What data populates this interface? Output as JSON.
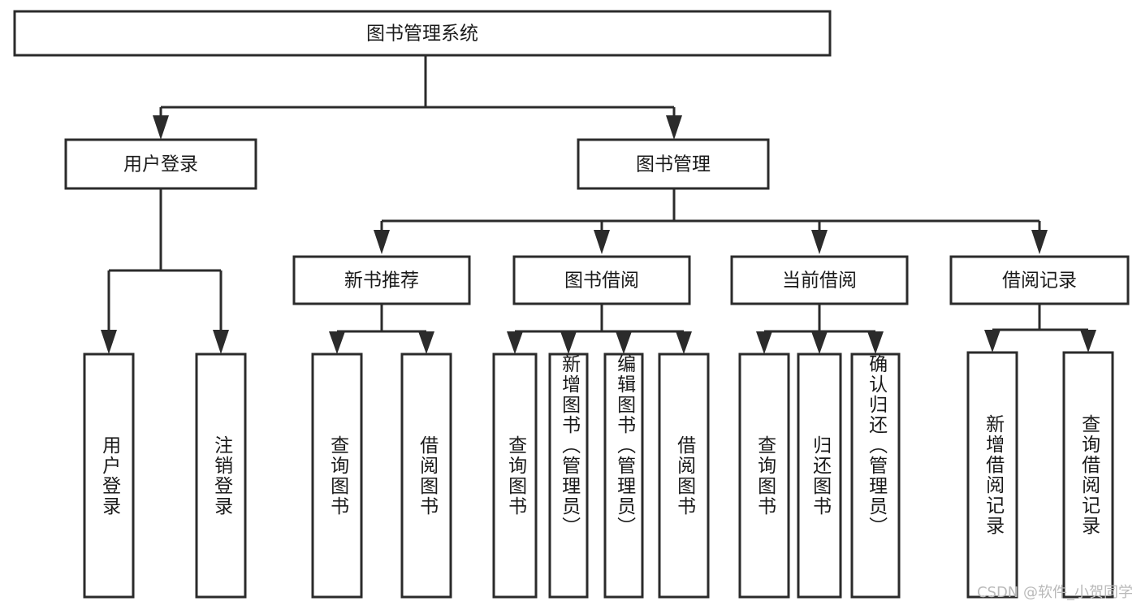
{
  "diagram": {
    "type": "tree-hierarchy",
    "title": "图书管理系统",
    "watermark": "CSDN @软件_小贺同学",
    "colors": {
      "stroke": "#2b2b2b",
      "fill": "#ffffff",
      "text": "#1a1a1a",
      "watermark": "#b9b9b9",
      "background": "#ffffff"
    },
    "root": {
      "label": "图书管理系统",
      "orientation": "horizontal"
    },
    "level2": [
      {
        "label": "用户登录",
        "orientation": "horizontal"
      },
      {
        "label": "图书管理",
        "orientation": "horizontal"
      }
    ],
    "level3": [
      {
        "label": "新书推荐",
        "orientation": "horizontal"
      },
      {
        "label": "图书借阅",
        "orientation": "horizontal"
      },
      {
        "label": "当前借阅",
        "orientation": "horizontal"
      },
      {
        "label": "借阅记录",
        "orientation": "horizontal"
      }
    ],
    "leaves": {
      "user_login": [
        {
          "label": "用户登录",
          "orientation": "vertical"
        },
        {
          "label": "注销登录",
          "orientation": "vertical"
        }
      ],
      "new_book_recommend": [
        {
          "label": "查询图书",
          "orientation": "vertical"
        },
        {
          "label": "借阅图书",
          "orientation": "vertical"
        }
      ],
      "book_borrow": [
        {
          "label": "查询图书",
          "orientation": "vertical"
        },
        {
          "label": "新增图书（管理员）",
          "orientation": "vertical"
        },
        {
          "label": "编辑图书（管理员）",
          "orientation": "vertical"
        },
        {
          "label": "借阅图书",
          "orientation": "vertical"
        }
      ],
      "current_borrow": [
        {
          "label": "查询图书",
          "orientation": "vertical"
        },
        {
          "label": "归还图书",
          "orientation": "vertical"
        },
        {
          "label": "确认归还（管理员）",
          "orientation": "vertical"
        }
      ],
      "borrow_record": [
        {
          "label": "新增借阅记录",
          "orientation": "vertical"
        },
        {
          "label": "查询借阅记录",
          "orientation": "vertical"
        }
      ]
    }
  }
}
